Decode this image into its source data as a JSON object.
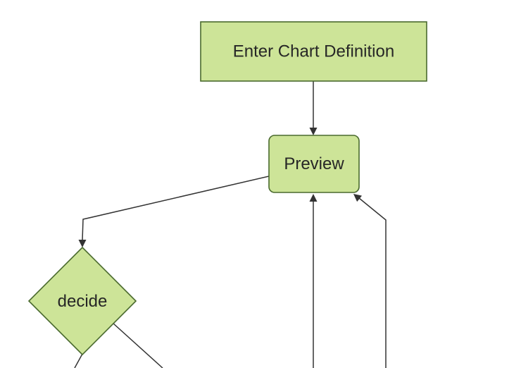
{
  "colors": {
    "background": "#ffffff",
    "node_fill": "#cde498",
    "node_border": "#4a6a2e",
    "edge_line": "#333333",
    "label_text": "#262626"
  },
  "diagram": {
    "type": "flowchart",
    "nodes": [
      {
        "id": "enter-chart-definition",
        "label": "Enter Chart Definition",
        "shape": "rectangle"
      },
      {
        "id": "preview",
        "label": "Preview",
        "shape": "rounded-rectangle"
      },
      {
        "id": "decide",
        "label": "decide",
        "shape": "diamond"
      }
    ],
    "edges": [
      {
        "from": "enter-chart-definition",
        "to": "preview",
        "arrow": true
      },
      {
        "from": "preview",
        "to": "decide",
        "arrow": true
      },
      {
        "from": "decide",
        "to": "offscreen-bottom-left",
        "arrow": false
      },
      {
        "from": "decide",
        "to": "offscreen-bottom-right",
        "arrow": false
      },
      {
        "from": "offscreen-bottom-center",
        "to": "preview",
        "arrow": true
      },
      {
        "from": "offscreen-bottom-far-right",
        "to": "preview",
        "arrow": true
      }
    ]
  }
}
